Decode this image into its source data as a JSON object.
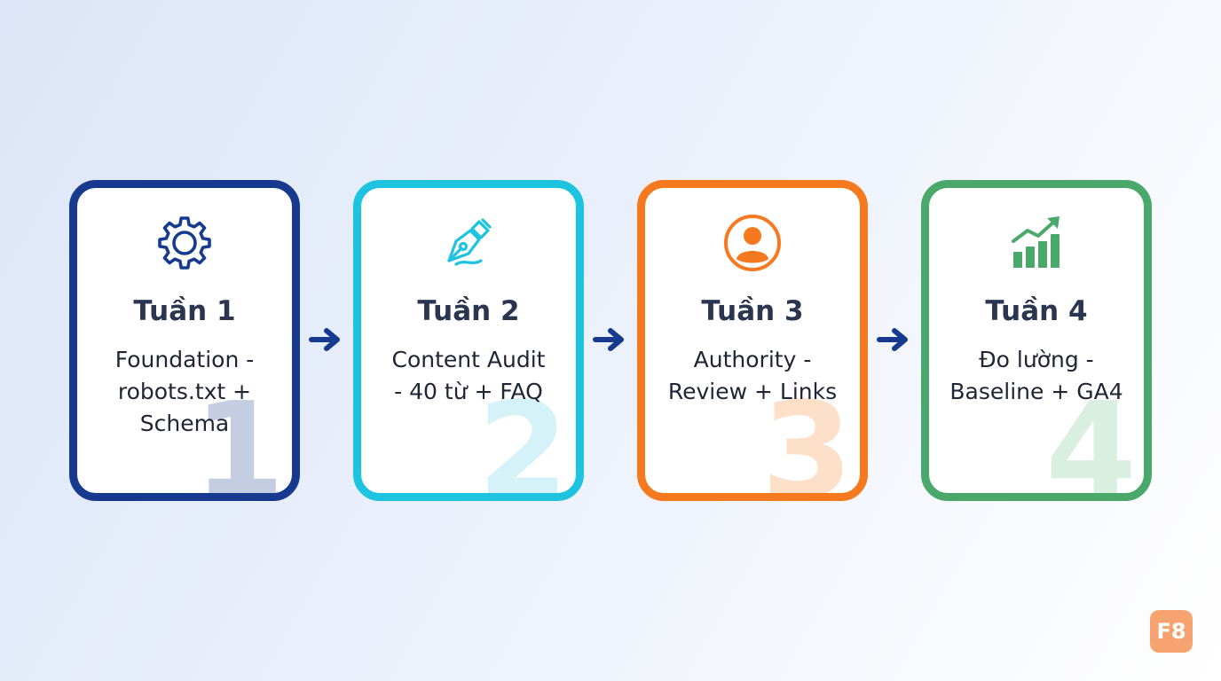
{
  "steps": [
    {
      "title": "Tuần 1",
      "description": "Foundation -\nrobots.txt +\nSchema",
      "number": "1",
      "icon": "gear-icon",
      "color": "#173a8f",
      "number_color": "#c5cde2"
    },
    {
      "title": "Tuần 2",
      "description": "Content Audit\n- 40 từ + FAQ",
      "number": "2",
      "icon": "pen-icon",
      "color": "#1ec3e0",
      "number_color": "#d6f2f9"
    },
    {
      "title": "Tuần 3",
      "description": "Authority -\nReview + Links",
      "number": "3",
      "icon": "user-icon",
      "color": "#f57a1f",
      "number_color": "#fce0c9"
    },
    {
      "title": "Tuần 4",
      "description": "Đo lường -\nBaseline + GA4",
      "number": "4",
      "icon": "growth-chart-icon",
      "color": "#4aa86a",
      "number_color": "#d9efe0"
    }
  ],
  "arrow_color": "#173a8f",
  "logo": {
    "text": "F8",
    "color": "#f7a36f"
  }
}
